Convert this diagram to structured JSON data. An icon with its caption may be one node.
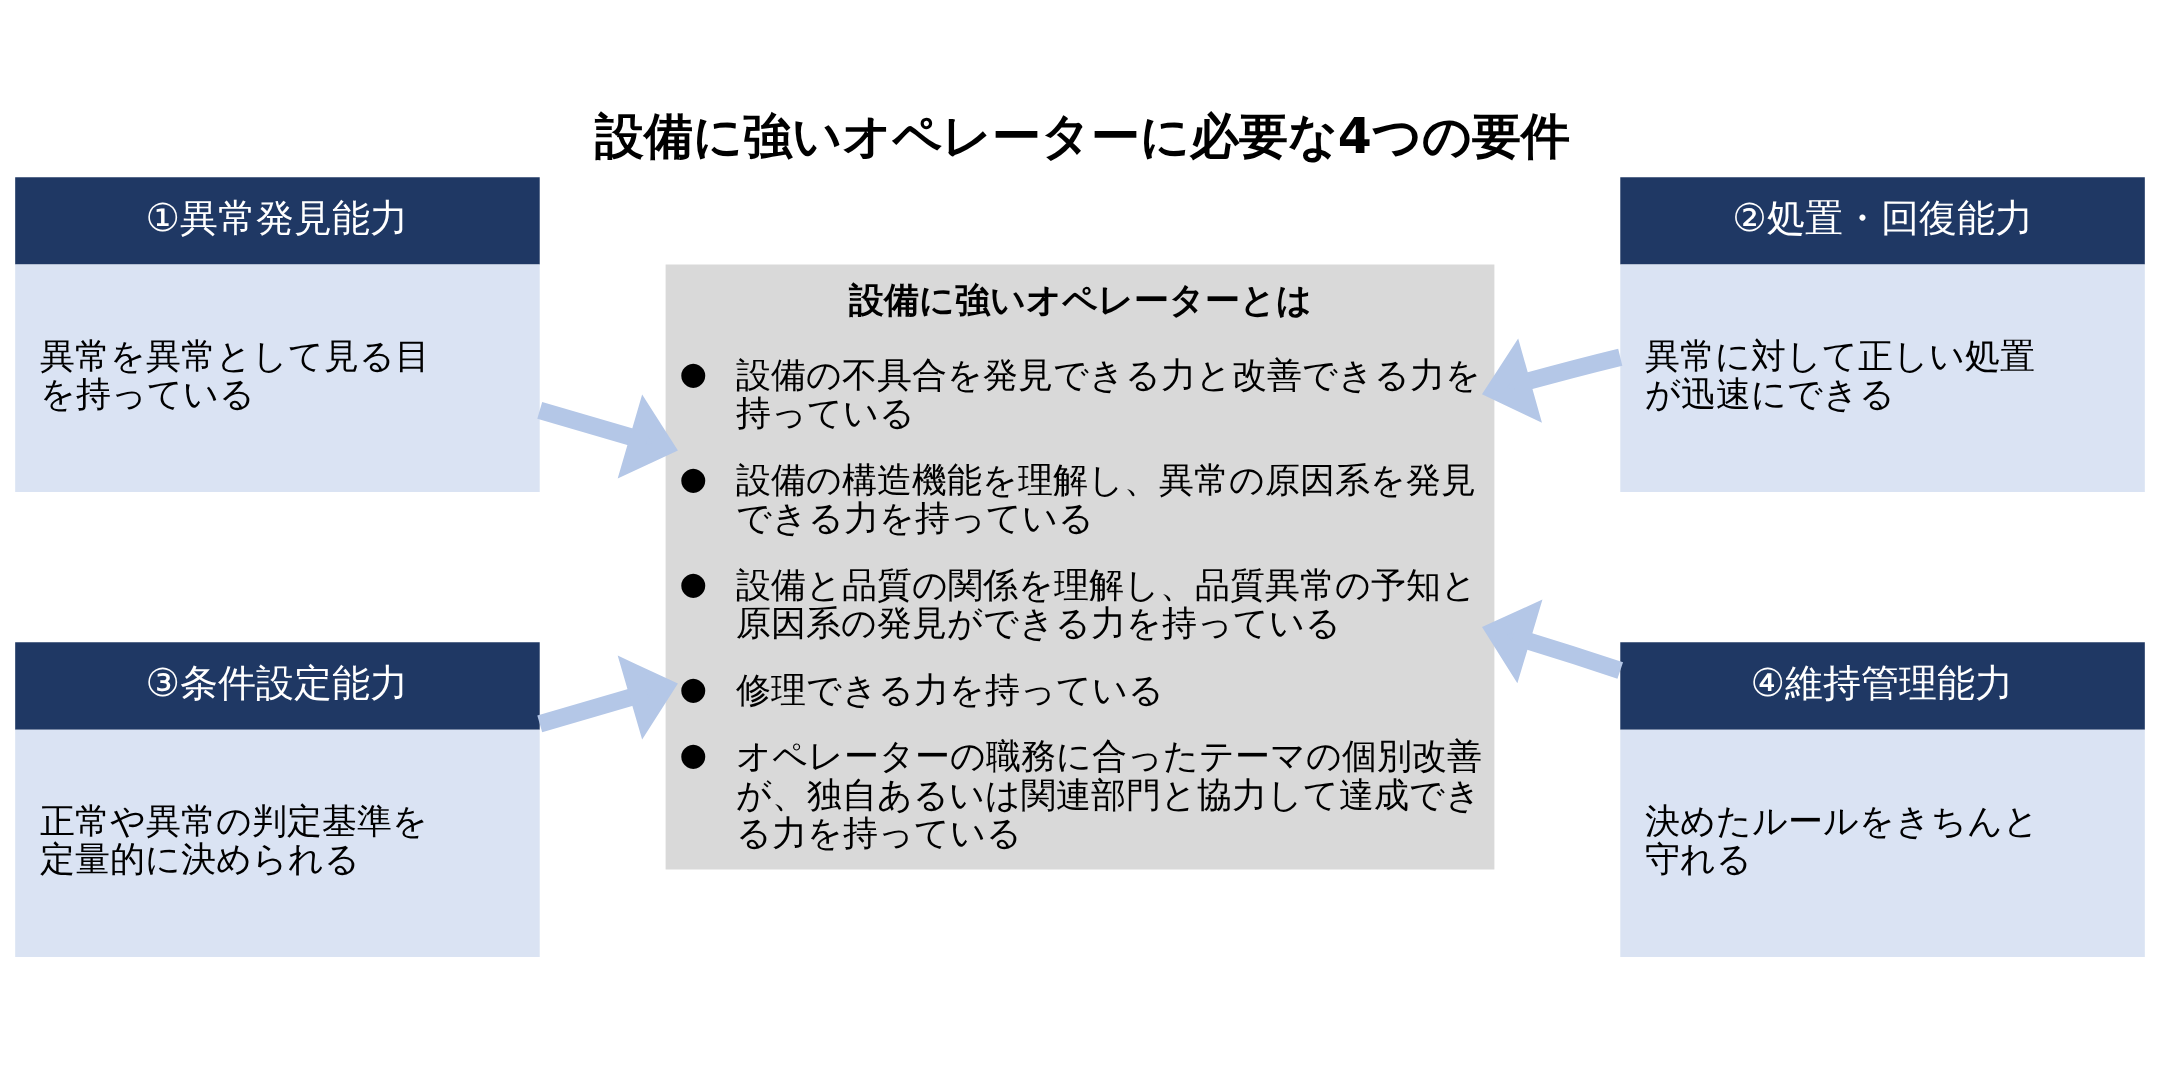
{
  "diagram": {
    "title": "設備に強いオペレーターに必要な4つの要件",
    "nodes": [
      {
        "text": [
          "①異常発見能力",
          "異常を異常として見る目を持っている"
        ]
      },
      {
        "text": [
          "設備に強いオペレーターとは",
          "● 設備の不具合を発見できる力と改善できる力を持っている",
          "● 設備の構造機能を理解し、異常の原因系を発見できる力を持っている",
          "● 設備と品質の関係を理解し、品質異常の予知と原因系の発見ができる力を持っている",
          "● 修理できる力を持っている",
          "● オペレーターの職務に合ったテーマの個別改善が、独自あるいは関連部門と協力して達成できる力を持っている"
        ]
      },
      {
        "text": [
          "②処置・回復能力",
          "異常に対して正しい処置が迅速にできる"
        ]
      },
      {
        "text": [
          "③条件設定能力",
          "正常や異常の判定基準を定量的に決められる"
        ]
      },
      {
        "text": [
          "④維持管理能力",
          "決めたルールをきちんと守れる"
        ]
      }
    ],
    "edges": [
      {
        "from": 0,
        "to": 1,
        "arrow": "to"
      },
      {
        "from": 2,
        "to": 1,
        "arrow": "to"
      },
      {
        "from": 3,
        "to": 1,
        "arrow": "to"
      },
      {
        "from": 4,
        "to": 1,
        "arrow": "to"
      }
    ]
  }
}
